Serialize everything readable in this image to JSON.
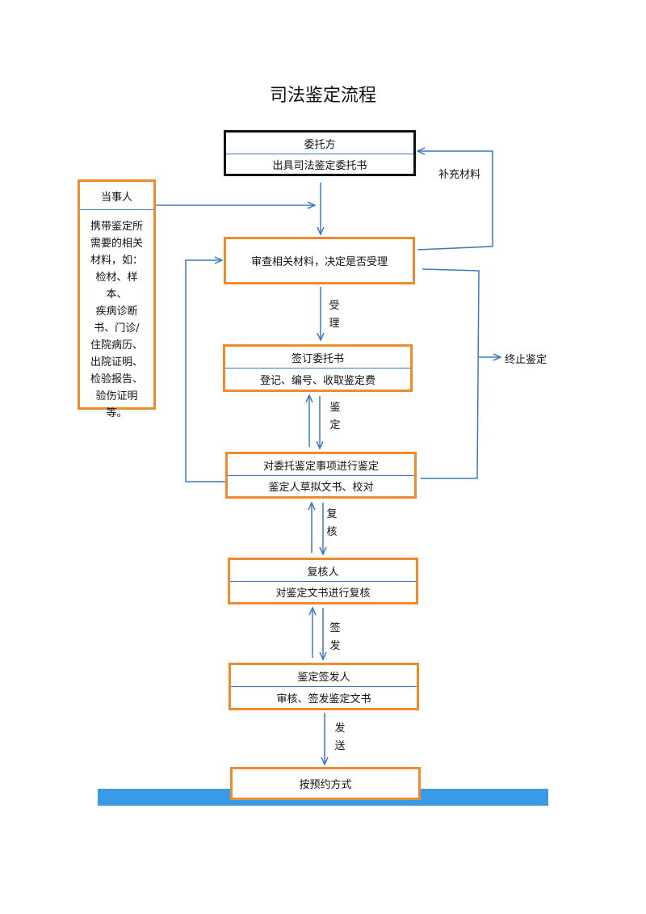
{
  "title": "司法鉴定流程",
  "colors": {
    "box_border": "#f08a2c",
    "arrow": "#3a78c2",
    "bottom_bar": "#3a9ae6"
  },
  "client": {
    "name": "委托方",
    "action": "出具司法鉴定委托书"
  },
  "party": {
    "name": "当事人",
    "lines": [
      "携带鉴定所",
      "需要的相关",
      "材料，如：",
      "检材、样本、",
      "疾病诊断",
      "书、门诊/",
      "住院病历、",
      "出院证明、",
      "检验报告、",
      "验伤证明",
      "等。"
    ]
  },
  "review": {
    "text": "审查相关材料，决定是否受理"
  },
  "sign_contract": {
    "title": "签订委托书",
    "detail": "登记、编号、收取鉴定费"
  },
  "appraisal": {
    "title": "对委托鉴定事项进行鉴定",
    "detail": "鉴定人草拟文书、校对"
  },
  "recheck": {
    "title": "复核人",
    "detail": "对鉴定文书进行复核"
  },
  "issuer": {
    "title": "鉴定签发人",
    "detail": "审核、签发鉴定文书"
  },
  "delivery": {
    "text": "按预约方式"
  },
  "labels": {
    "supplement": "补充材料",
    "terminate": "终止鉴定",
    "accept": [
      "受",
      "理"
    ],
    "appraise": [
      "鉴",
      "定"
    ],
    "recheck": [
      "复",
      "核"
    ],
    "sign": [
      "签",
      "发"
    ],
    "send": [
      "发",
      "送"
    ]
  }
}
